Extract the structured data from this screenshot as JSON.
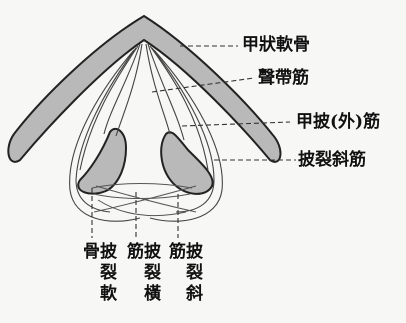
{
  "labels": {
    "thyroid_cartilage": "甲狀軟骨",
    "vocal_muscle": "聲帶筋",
    "thyroarytenoid_external": "甲披(外)筋",
    "arytenoid_oblique_right": "披裂斜筋"
  },
  "vertical_labels": {
    "arytenoid_cartilage": "披裂軟骨",
    "transverse_arytenoid": "披裂橫筋",
    "oblique_arytenoid": "披裂斜筋"
  },
  "colors": {
    "cartilage_fill": "#b9b9b9",
    "stroke": "#222222",
    "leader": "#333333",
    "background": "#f7f7f5"
  }
}
